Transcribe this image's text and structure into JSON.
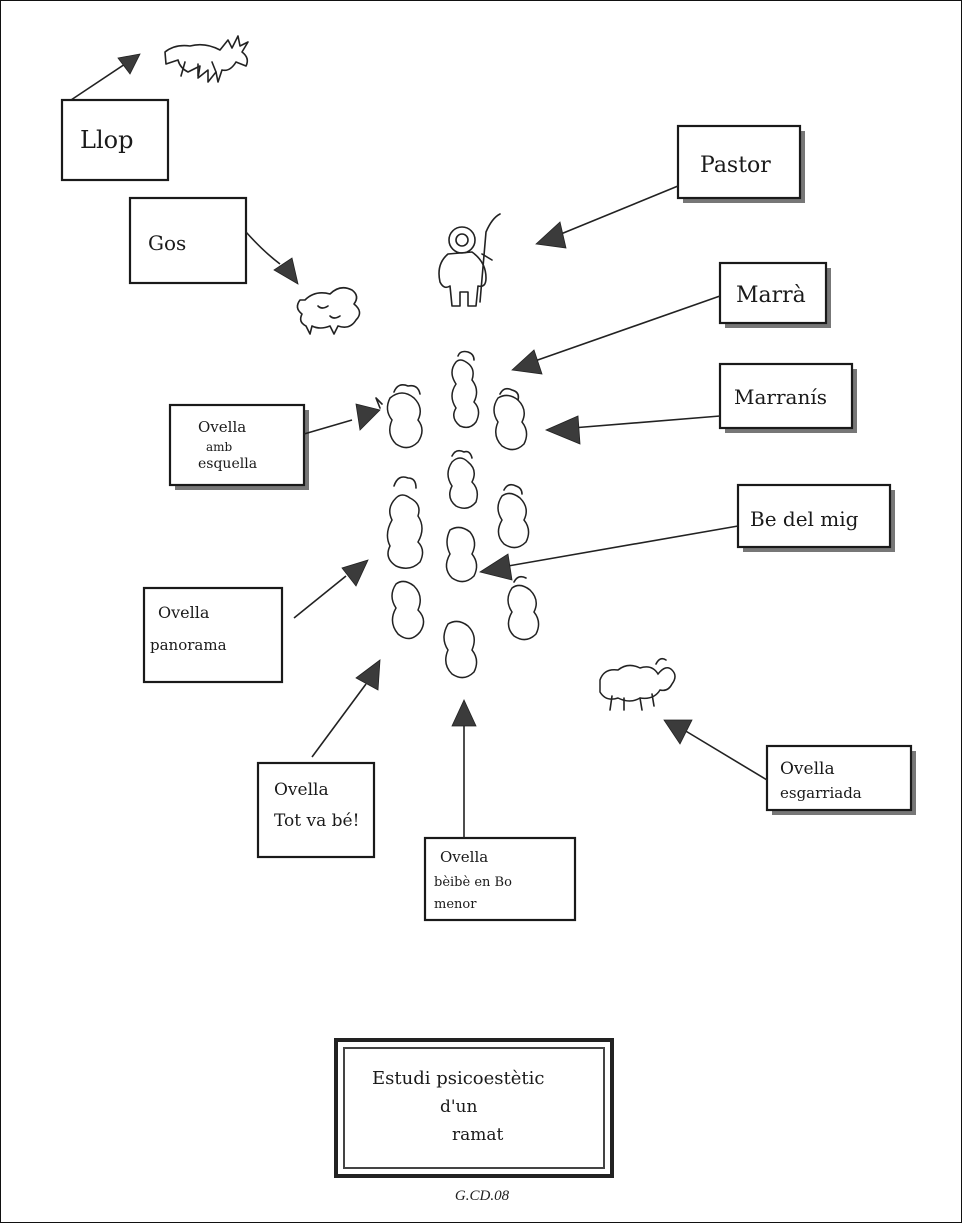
{
  "labels": {
    "llop": "Llop",
    "gos": "Gos",
    "pastor": "Pastor",
    "marra": "Marrà",
    "marranis": "Marranís",
    "ovella_esquella_1": "Ovella",
    "ovella_esquella_2": "amb",
    "ovella_esquella_3": "esquella",
    "be_del_mig": "Be del mig",
    "ovella_panorama_1": "Ovella",
    "ovella_panorama_2": "panorama",
    "ovella_totvabe_1": "Ovella",
    "ovella_totvabe_2": "Tot va bé!",
    "ovella_esgarriada_1": "Ovella",
    "ovella_esgarriada_2": "esgarriada",
    "ovella_beibe_1": "Ovella",
    "ovella_beibe_2": "bèibè en Bo",
    "ovella_beibe_3": "menor"
  },
  "title": {
    "line1": "Estudi   psicoestètic",
    "line2": "d'un",
    "line3": "ramat"
  },
  "caption": "G.CD.08"
}
